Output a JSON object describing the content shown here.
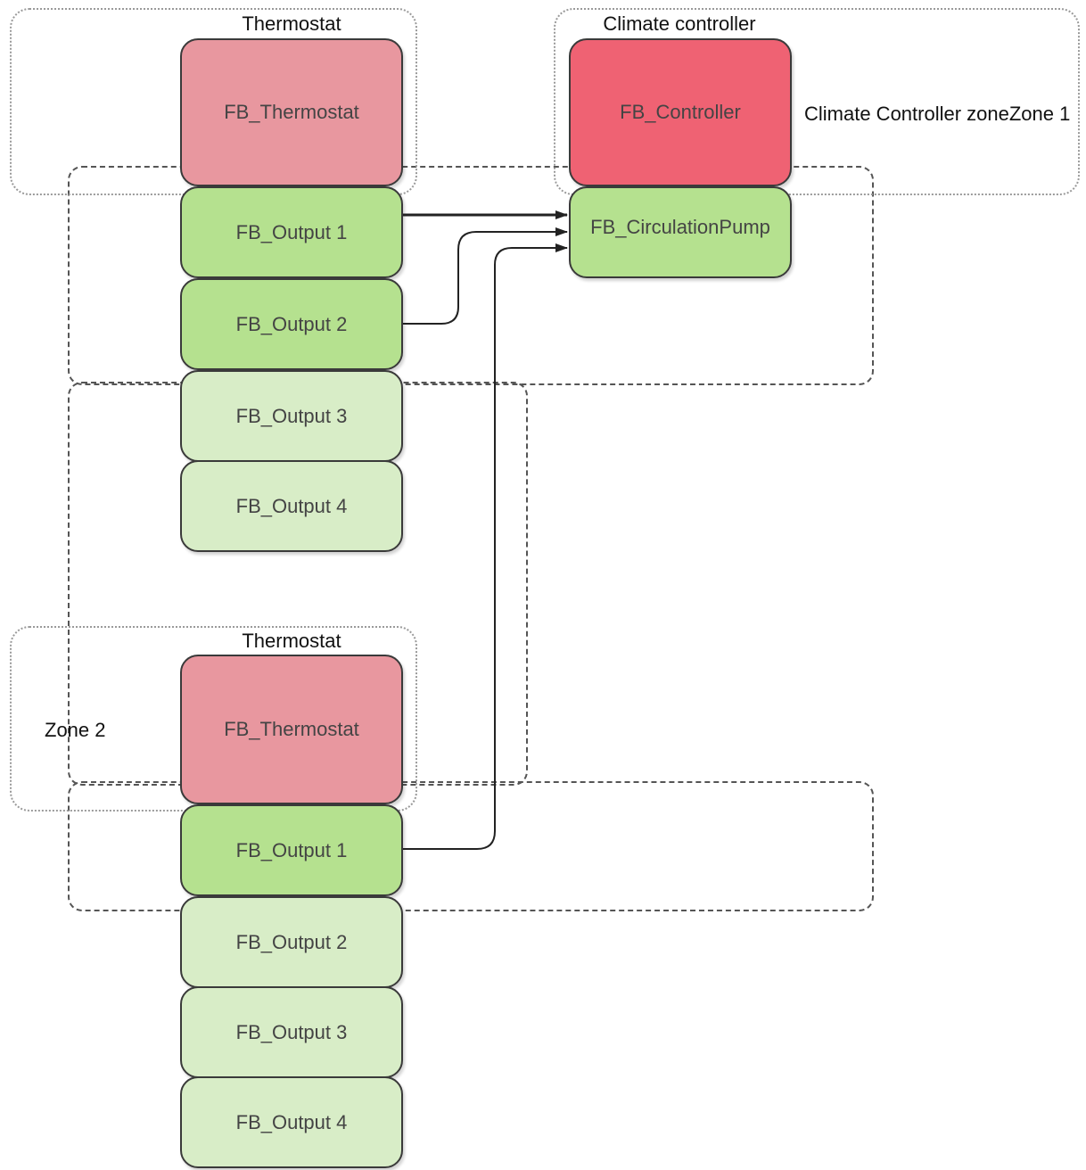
{
  "colors": {
    "thermostat_fill": "#e8979f",
    "controller_fill": "#ef6273",
    "output_active_fill": "#b5e18f",
    "output_inactive_fill": "#d8edc7",
    "pump_fill": "#b5e18f",
    "border": "#3a3a3a",
    "connector": "#222222"
  },
  "groups": {
    "thermostat_1_title": "Thermostat",
    "climate_controller_title": "Climate controller",
    "thermostat_2_title": "Thermostat"
  },
  "zones": {
    "zone_1_label": "Climate Controller zoneZone 1",
    "zone_2_label": "Zone 2"
  },
  "thermostat_1": {
    "block": "FB_Thermostat",
    "outputs": [
      "FB_Output 1",
      "FB_Output 2",
      "FB_Output 3",
      "FB_Output 4"
    ]
  },
  "thermostat_2": {
    "block": "FB_Thermostat",
    "outputs": [
      "FB_Output 1",
      "FB_Output 2",
      "FB_Output 3",
      "FB_Output 4"
    ]
  },
  "controller": {
    "block": "FB_Controller",
    "pump": "FB_CirculationPump"
  },
  "connections": [
    {
      "from": "Thermostat 1 / FB_Output 1",
      "to": "FB_CirculationPump"
    },
    {
      "from": "Thermostat 1 / FB_Output 2",
      "to": "FB_CirculationPump"
    },
    {
      "from": "Thermostat 2 / FB_Output 1",
      "to": "FB_CirculationPump"
    }
  ]
}
